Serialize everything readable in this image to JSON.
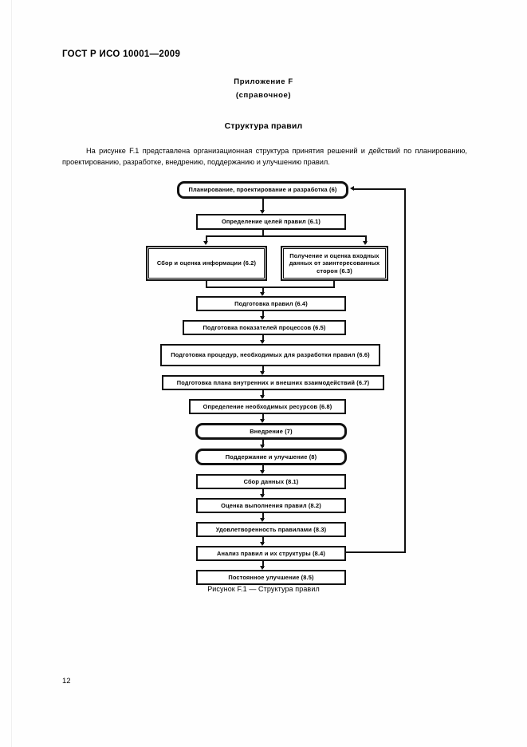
{
  "document": {
    "standard_header": "ГОСТ Р ИСО 10001—2009",
    "annex_title": "Приложение F",
    "annex_subtitle": "(справочное)",
    "section_title": "Структура правил",
    "intro_paragraph": "На рисунке F.1 представлена организационная структура принятия решений и действий по планированию, проектированию, разработке, внедрению, поддержанию и улучшению правил.",
    "figure_caption": "Рисунок F.1 — Структура правил",
    "page_number": "12"
  },
  "chart_data": {
    "type": "diagram",
    "title": "Структура правил",
    "nodes": [
      {
        "id": "n6",
        "label": "Планирование, проектирование и разработка (6)",
        "style": "rounded"
      },
      {
        "id": "n61",
        "label": "Определение целей правил (6.1)",
        "style": "plain"
      },
      {
        "id": "n62",
        "label": "Сбор и оценка информации (6.2)",
        "style": "double"
      },
      {
        "id": "n63",
        "label": "Получение и оценка входных данных от заинтересованных сторон (6.3)",
        "style": "double"
      },
      {
        "id": "n64",
        "label": "Подготовка правил (6.4)",
        "style": "plain"
      },
      {
        "id": "n65",
        "label": "Подготовка показателей процессов (6.5)",
        "style": "plain"
      },
      {
        "id": "n66",
        "label": "Подготовка процедур, необходимых для разработки правил (6.6)",
        "style": "plain"
      },
      {
        "id": "n67",
        "label": "Подготовка плана внутренних и внешних взаимодействий (6.7)",
        "style": "plain"
      },
      {
        "id": "n68",
        "label": "Определение необходимых ресурсов (6.8)",
        "style": "plain"
      },
      {
        "id": "n7",
        "label": "Внедрение (7)",
        "style": "rounded"
      },
      {
        "id": "n8",
        "label": "Поддержание и улучшение (8)",
        "style": "rounded"
      },
      {
        "id": "n81",
        "label": "Сбор данных (8.1)",
        "style": "plain"
      },
      {
        "id": "n82",
        "label": "Оценка выполнения правил (8.2)",
        "style": "plain"
      },
      {
        "id": "n83",
        "label": "Удовлетворенность правилами (8.3)",
        "style": "plain"
      },
      {
        "id": "n84",
        "label": "Анализ правил и их структуры (8.4)",
        "style": "plain"
      },
      {
        "id": "n85",
        "label": "Постоянное улучшение (8.5)",
        "style": "plain"
      }
    ],
    "edges": [
      {
        "from": "n6",
        "to": "n61"
      },
      {
        "from": "n61",
        "to": "n62"
      },
      {
        "from": "n61",
        "to": "n63"
      },
      {
        "from": "n62",
        "to": "n64"
      },
      {
        "from": "n63",
        "to": "n64"
      },
      {
        "from": "n64",
        "to": "n65"
      },
      {
        "from": "n65",
        "to": "n66"
      },
      {
        "from": "n66",
        "to": "n67"
      },
      {
        "from": "n67",
        "to": "n68"
      },
      {
        "from": "n68",
        "to": "n7"
      },
      {
        "from": "n7",
        "to": "n8"
      },
      {
        "from": "n8",
        "to": "n81"
      },
      {
        "from": "n81",
        "to": "n82"
      },
      {
        "from": "n82",
        "to": "n83"
      },
      {
        "from": "n83",
        "to": "n84"
      },
      {
        "from": "n84",
        "to": "n85"
      },
      {
        "from": "n84",
        "to": "n6",
        "type": "feedback-loop-right"
      }
    ],
    "line_color": "#111111",
    "box_fill": "#ffffff"
  }
}
